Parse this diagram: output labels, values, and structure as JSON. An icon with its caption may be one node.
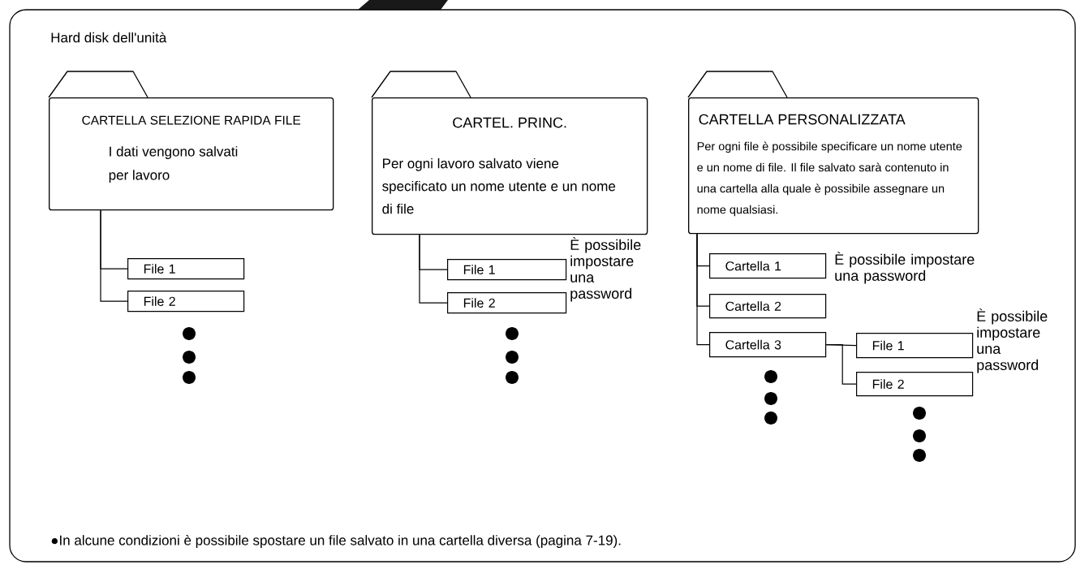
{
  "diagram": {
    "nodes": [
      {
        "text": [
          "Hard disk dell'unità"
        ]
      },
      {
        "text": [
          "CARTELLA SELEZIONE RAPIDA FILE",
          "I dati vengono salvati per lavoro"
        ],
        "in": 0
      },
      {
        "text": [
          "File 1"
        ],
        "in": 0
      },
      {
        "text": [
          "File 2"
        ],
        "in": 0
      },
      {
        "text": [
          "CARTEL. PRINC.",
          "Per ogni lavoro salvato viene specificato un nome utente e un nome di file"
        ],
        "in": 0
      },
      {
        "text": [
          "File 1"
        ],
        "in": 0,
        "beside": [
          "È possibile impostare una password"
        ]
      },
      {
        "text": [
          "File 2"
        ],
        "in": 0
      },
      {
        "text": [
          "CARTELLA PERSONALIZZATA",
          "Per ogni file è possibile specificare un nome utente e un nome di file. Il file salvato sarà contenuto in una cartella alla quale è possibile assegnare un nome qualsiasi."
        ],
        "in": 0
      },
      {
        "text": [
          "Cartella 1"
        ],
        "in": 0,
        "beside": [
          "È possibile impostare una password"
        ]
      },
      {
        "text": [
          "Cartella 2"
        ],
        "in": 0
      },
      {
        "text": [
          "Cartella 3"
        ],
        "in": 0
      },
      {
        "text": [
          "File 1"
        ],
        "in": 0,
        "beside": [
          "È possibile impostare una password"
        ]
      },
      {
        "text": [
          "File 2"
        ],
        "in": 0
      }
    ],
    "edges": [
      {
        "from": 1,
        "to": 2,
        "arrow": "none"
      },
      {
        "from": 1,
        "to": 3,
        "arrow": "none"
      },
      {
        "from": 4,
        "to": 5,
        "arrow": "none"
      },
      {
        "from": 4,
        "to": 6,
        "arrow": "none"
      },
      {
        "from": 7,
        "to": 8,
        "arrow": "none"
      },
      {
        "from": 7,
        "to": 9,
        "arrow": "none"
      },
      {
        "from": 7,
        "to": 10,
        "arrow": "none"
      },
      {
        "from": 10,
        "to": 11,
        "arrow": "none"
      },
      {
        "from": 10,
        "to": 12,
        "arrow": "none"
      }
    ],
    "labels": [
      "●In alcune condizioni è possibile spostare un file salvato in una cartella diversa (pagina 7-19)."
    ]
  }
}
